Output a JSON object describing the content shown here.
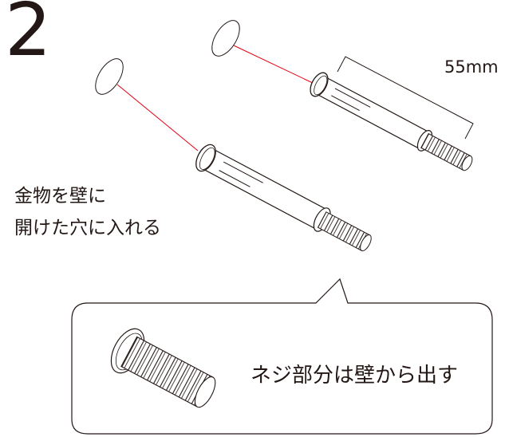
{
  "step_number": "2",
  "dimension_label": "55mm",
  "instruction": {
    "line1": "金物を壁に",
    "line2": "開けた穴に入れる"
  },
  "callout_text": "ネジ部分は壁から出す",
  "colors": {
    "line": "#231815",
    "guide": "#e60012",
    "background": "#ffffff"
  },
  "icons": [
    "wall-hole-icon",
    "anchor-bolt-icon",
    "threaded-end-icon"
  ]
}
